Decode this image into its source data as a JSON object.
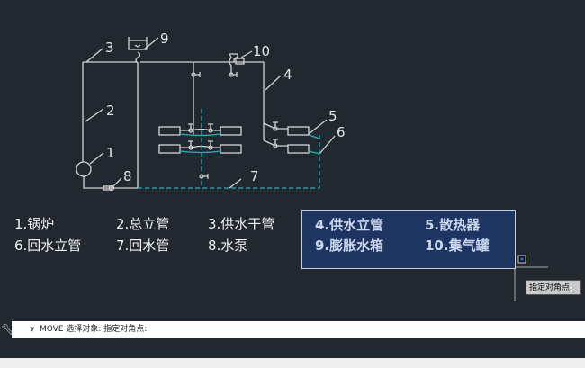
{
  "drawing": {
    "labels": [
      "1",
      "2",
      "3",
      "4",
      "5",
      "6",
      "7",
      "8",
      "9",
      "10"
    ],
    "colors": {
      "line": "#d4d4d4",
      "return": "#1fb5b5",
      "background": "#212830"
    }
  },
  "legend": [
    [
      "1.锅炉",
      "2.总立管",
      "3.供水干管"
    ],
    [
      "6.回水立管",
      "7.回水管",
      "8.水泵"
    ]
  ],
  "selection": [
    "4.供水立管",
    "5.散热器",
    "9.膨胀水箱",
    "10.集气罐"
  ],
  "tooltip": "指定对角点:",
  "command": {
    "text": "MOVE 选择对象: 指定对角点:",
    "arrow": "▼"
  },
  "wrench_icon": "wrench-icon"
}
